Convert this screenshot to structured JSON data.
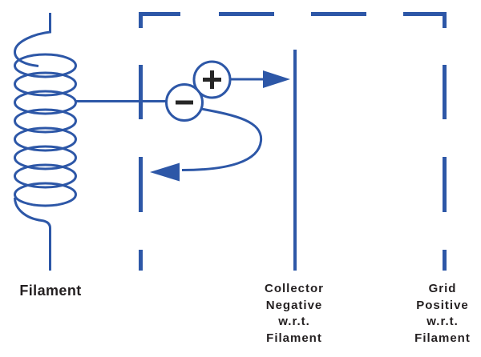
{
  "figure": {
    "background_color": "#ffffff",
    "colors": {
      "line_blue": "#2d57a7",
      "label_black": "#231f20",
      "symbol_black": "#262626"
    },
    "labels": {
      "filament": "Filament",
      "collector": [
        "Collector",
        "Negative",
        "w.r.t.",
        "Filament"
      ],
      "grid": [
        "Grid",
        "Positive",
        "w.r.t.",
        "Filament"
      ]
    },
    "icons": {
      "plus_sign": "+",
      "minus_sign": "−"
    }
  }
}
